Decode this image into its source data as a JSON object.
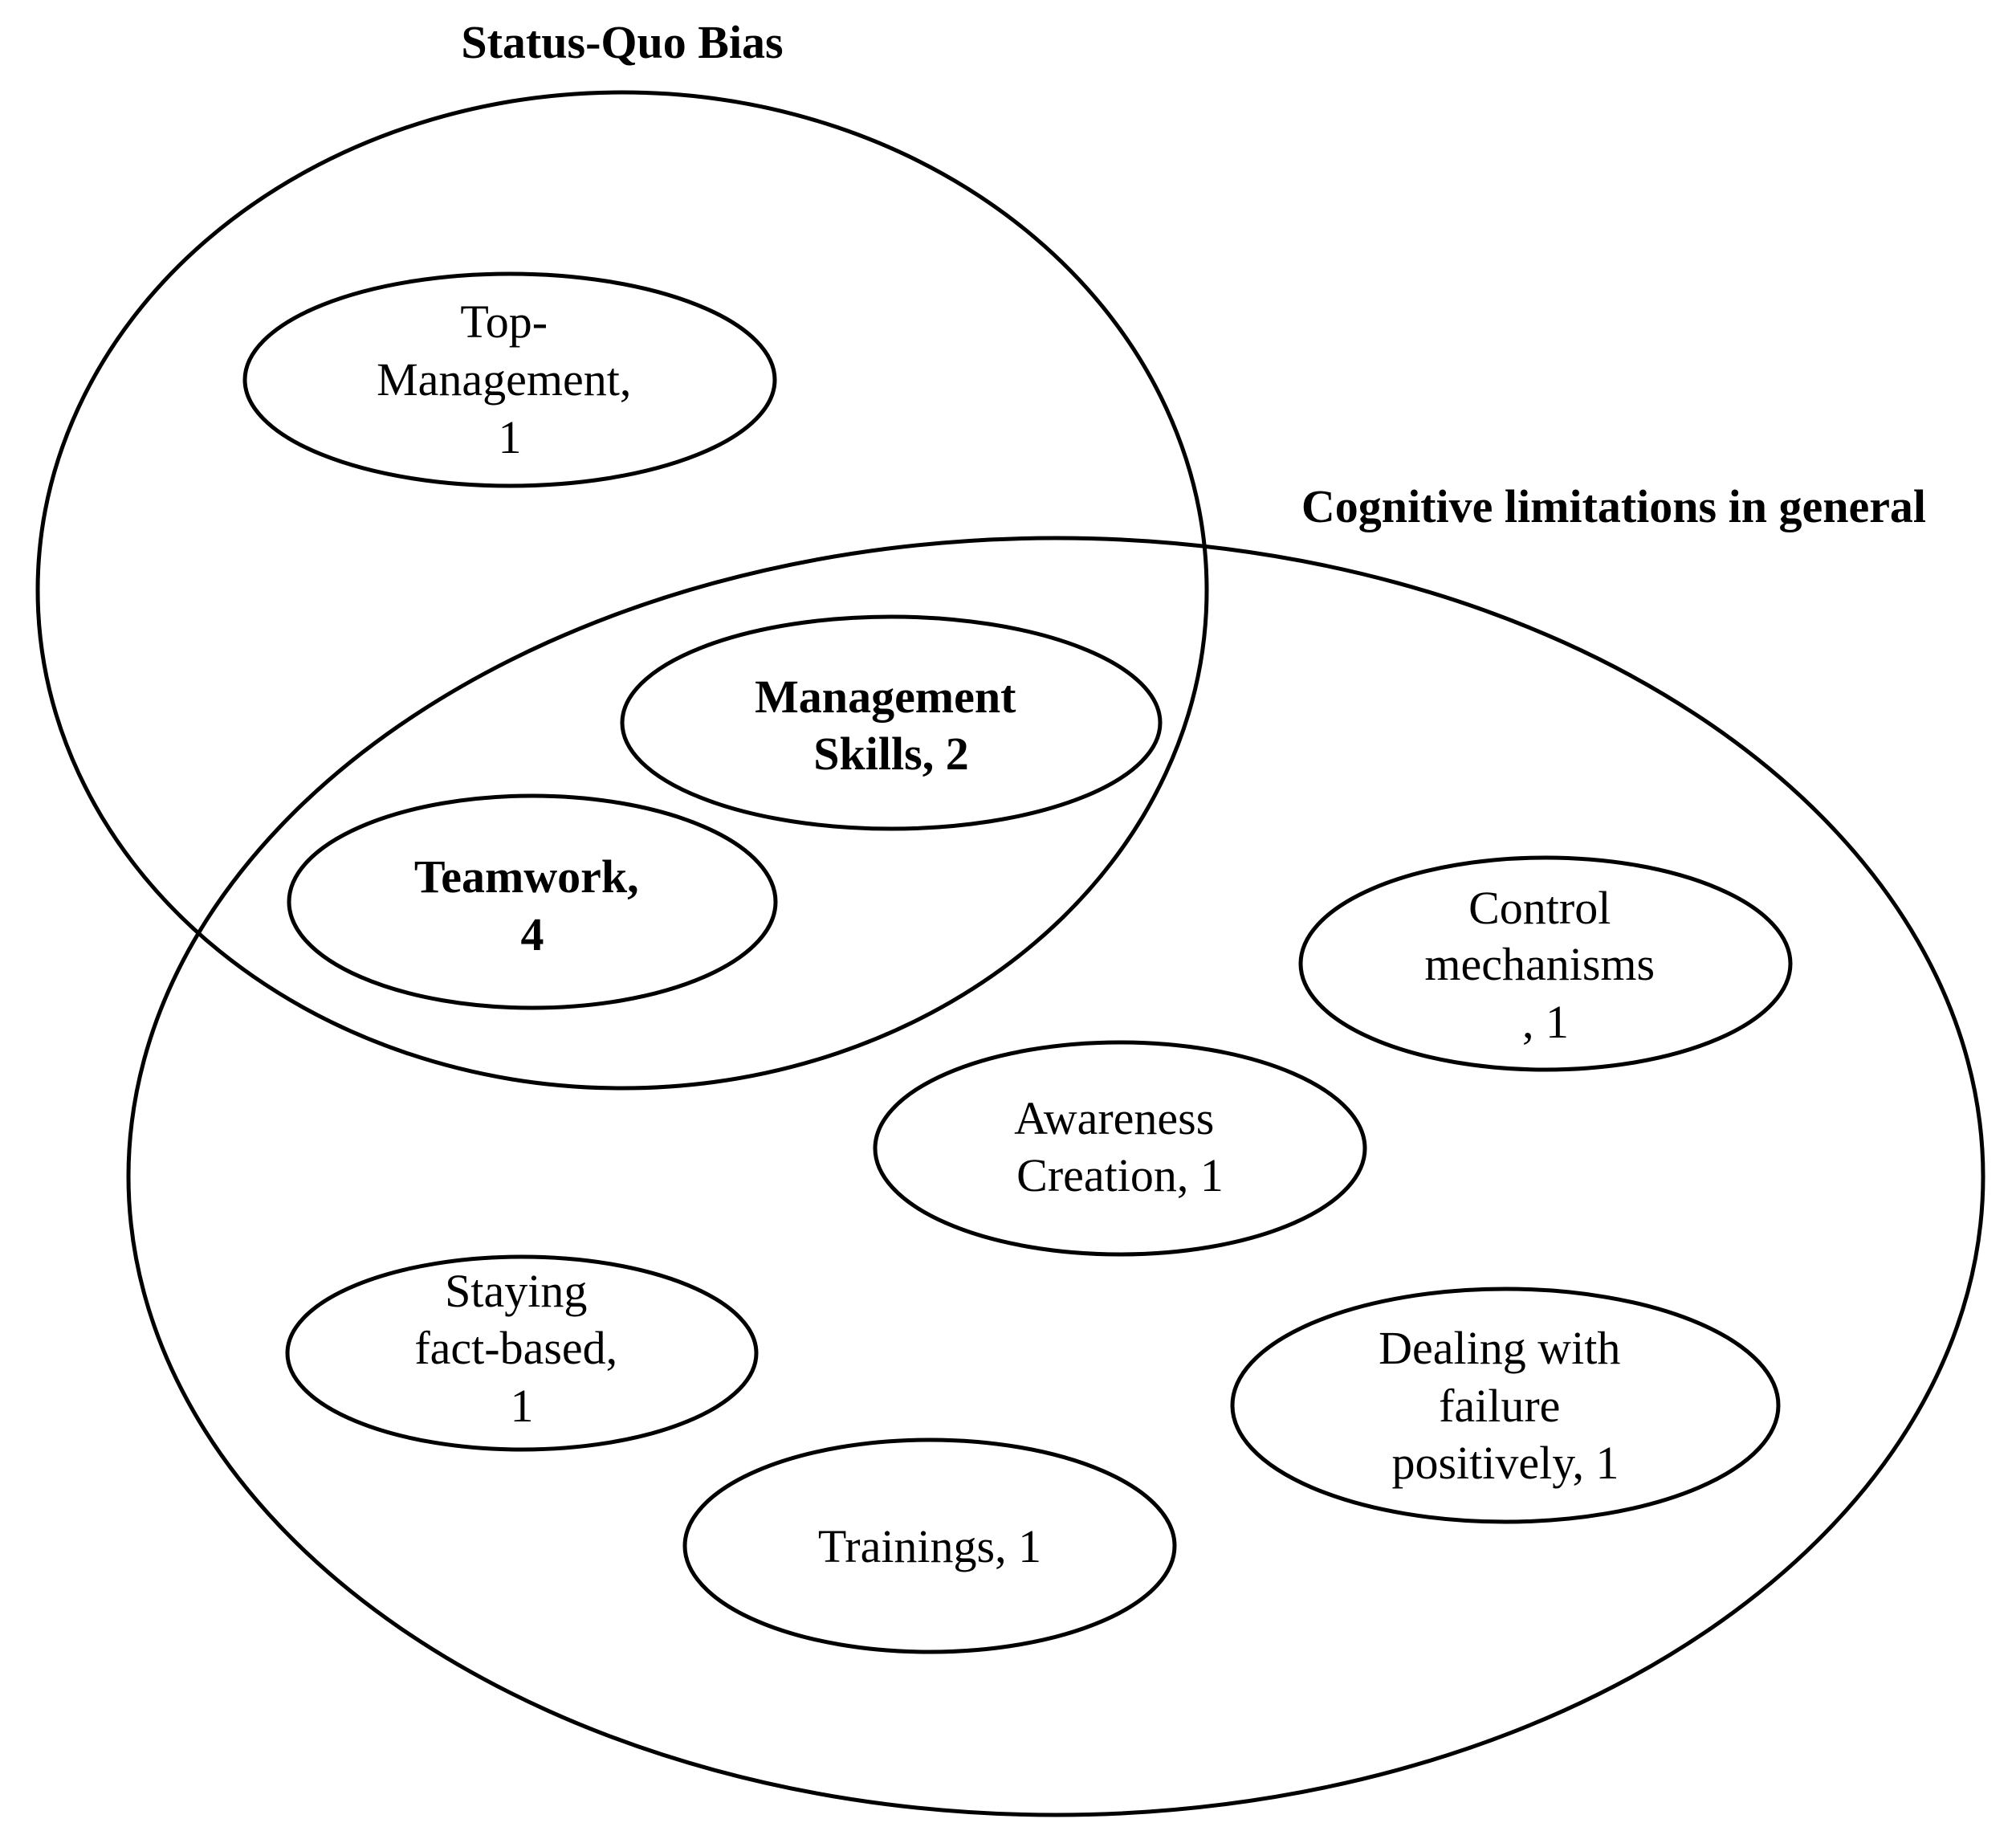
{
  "sets": {
    "status_quo": {
      "title": "Status-Quo Bias"
    },
    "cognitive": {
      "title": "Cognitive limitations in general"
    }
  },
  "items": {
    "top_management": {
      "lines": [
        "Top-",
        "Management,",
        "1"
      ],
      "emphasis": false
    },
    "management_skills": {
      "lines": [
        "Management",
        "Skills, 2"
      ],
      "emphasis": true
    },
    "teamwork": {
      "lines": [
        "Teamwork,",
        "4"
      ],
      "emphasis": true
    },
    "control_mechanisms": {
      "lines": [
        "Control",
        "mechanisms",
        ", 1"
      ],
      "emphasis": false
    },
    "awareness_creation": {
      "lines": [
        "Awareness",
        "Creation, 1"
      ],
      "emphasis": false
    },
    "staying_fact_based": {
      "lines": [
        "Staying",
        "fact-based,",
        "1"
      ],
      "emphasis": false
    },
    "dealing_with_failure": {
      "lines": [
        "Dealing with",
        "failure",
        "positively, 1"
      ],
      "emphasis": false
    },
    "trainings": {
      "lines": [
        "Trainings, 1"
      ],
      "emphasis": false
    }
  }
}
